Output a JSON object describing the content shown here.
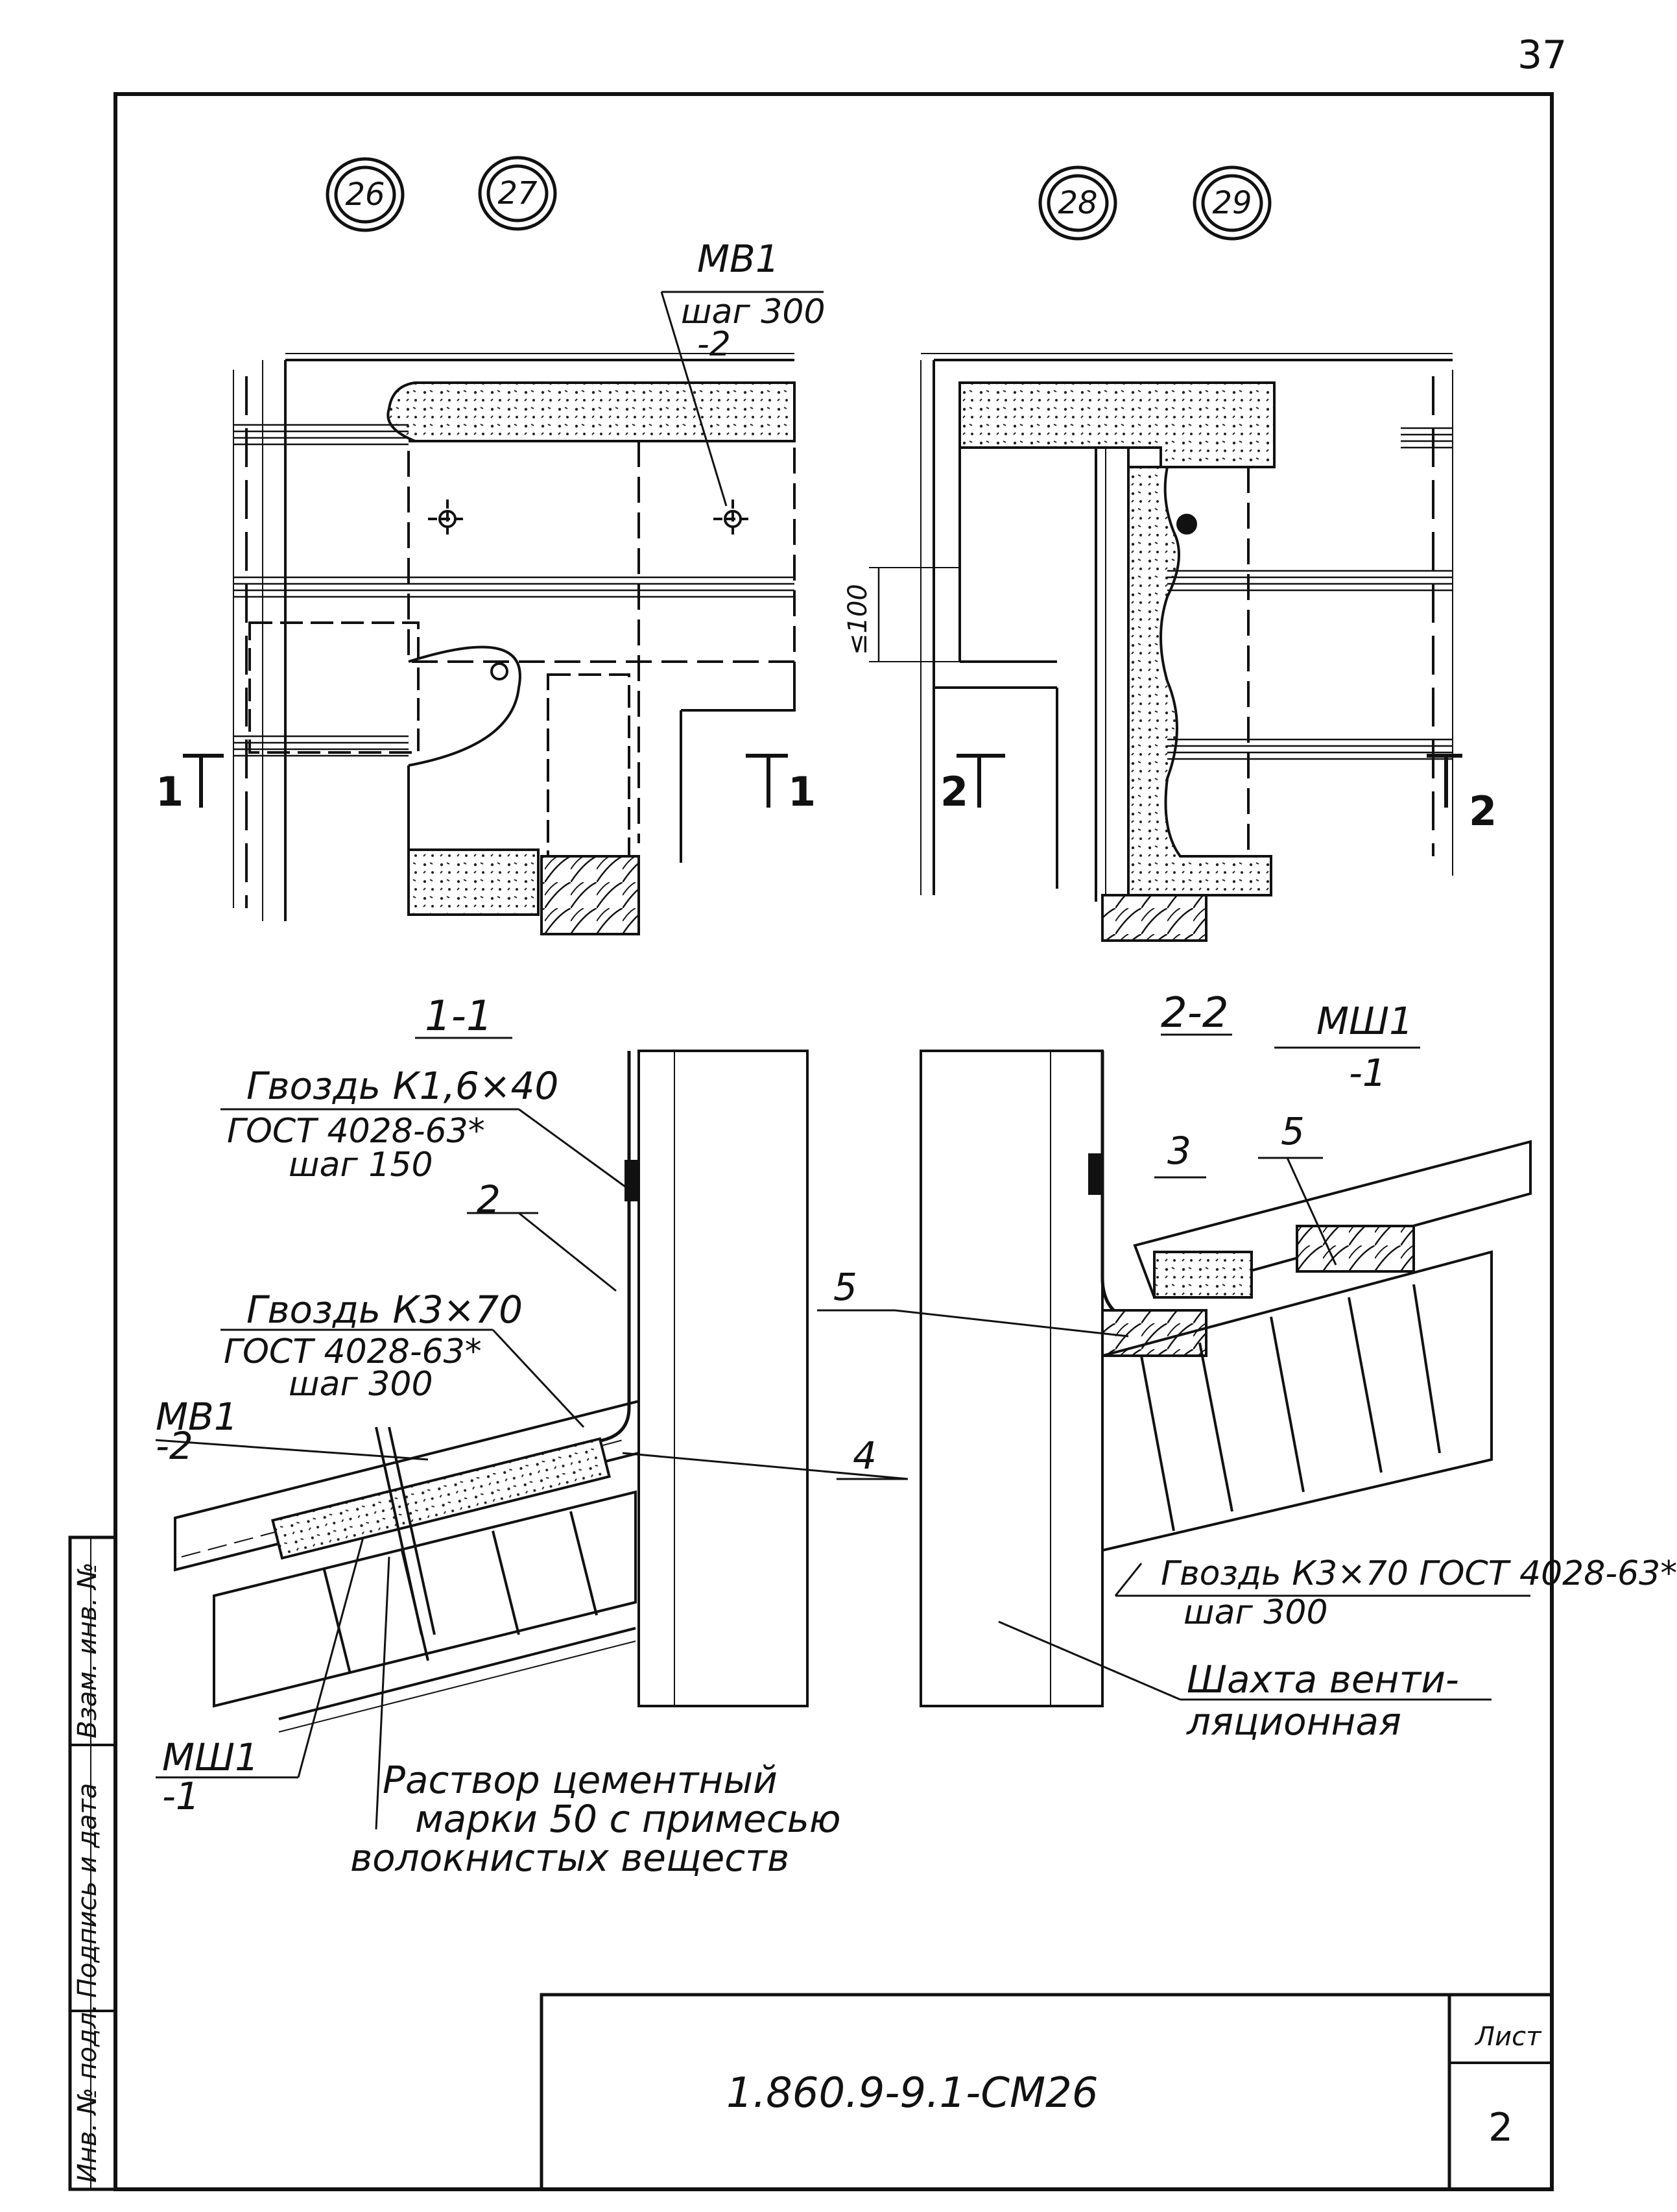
{
  "page_number": "37",
  "node_markers": [
    "26",
    "27",
    "28",
    "29"
  ],
  "plan_left": {
    "callout": {
      "mark": "МВ1",
      "note": "шаг 300",
      "sub": "-2"
    },
    "cut_left": "1",
    "cut_right": "1"
  },
  "plan_right": {
    "dimension": "≤100",
    "cut_left": "2",
    "cut_right": "2"
  },
  "section_1": {
    "title": "1-1",
    "nail_1": {
      "line1": "Гвоздь К1,6×40",
      "line2": "ГОСТ 4028-63*",
      "line3": "шаг 150"
    },
    "pos_2": "2",
    "nail_2": {
      "line1": "Гвоздь К3×70",
      "line2": "ГОСТ 4028-63*",
      "line3": "шаг 300"
    },
    "mv1": {
      "mark": "МВ1",
      "sub": "-2"
    },
    "pos_4": "4",
    "msh1": {
      "mark": "МШ1",
      "sub": "-1"
    },
    "mortar": {
      "line1": "Раствор цементный",
      "line2": "марки 50 с примесью",
      "line3": "волокнистых веществ"
    }
  },
  "section_2": {
    "title": "2-2",
    "msh1": {
      "mark": "МШ1",
      "sub": "-1"
    },
    "pos_3": "3",
    "pos_5_top": "5",
    "pos_5_left": "5",
    "nail": {
      "line1": "Гвоздь К3×70 ГОСТ 4028-63*",
      "line2": "шаг 300"
    },
    "shaft": {
      "line1": "Шахта венти-",
      "line2": "ляционная"
    }
  },
  "side_stamp": [
    "Инв. № подл.",
    "Подпись и дата",
    "Взам. инв. №"
  ],
  "title_block": {
    "code": "1.860.9-9.1-СМ26",
    "sheet_label": "Лист",
    "sheet_number": "2"
  }
}
